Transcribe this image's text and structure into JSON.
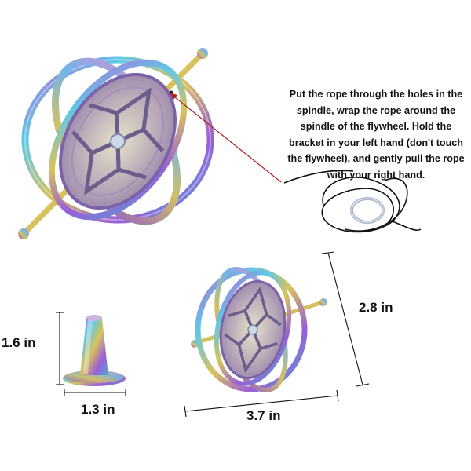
{
  "instructions": {
    "lines": [
      "Put the rope through the holes in the",
      "spindle, wrap the rope around the",
      "spindle of the flywheel. Hold the",
      "bracket in your left hand (don't touch",
      "the flywheel), and gently pull the rope",
      "with your right hand."
    ]
  },
  "dimensions": {
    "stand_height": "1.6  in",
    "stand_base": "1.3  in",
    "gyro_height": "2.8  in",
    "gyro_width": "3.7  in"
  },
  "colors": {
    "pointer_line": "#b22222",
    "dimension_line": "#111111",
    "rope": "#111111"
  }
}
